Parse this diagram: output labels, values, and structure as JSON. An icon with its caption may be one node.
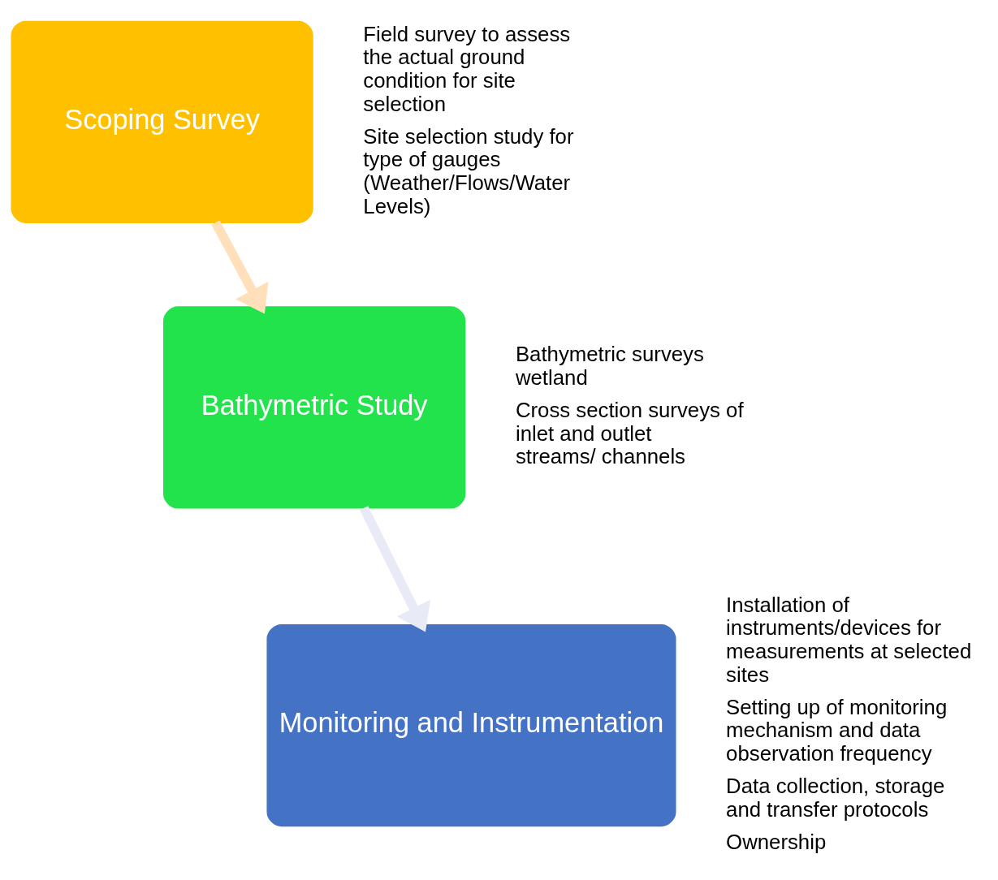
{
  "diagram": {
    "nodes": [
      {
        "text": [
          "Scoping Survey"
        ],
        "beside": [
          "Field survey to assess the actual ground condition for site selection",
          "Site selection study for type of gauges (Weather/Flows/Water Levels)"
        ]
      },
      {
        "text": [
          "Bathymetric Study"
        ],
        "beside": [
          "Bathymetric surveys wetland",
          "Cross section surveys of inlet and outlet streams/ channels"
        ]
      },
      {
        "text": [
          "Monitoring and Instrumentation"
        ],
        "beside": [
          "Installation of instruments/devices for measurements at selected sites",
          "Setting up of monitoring mechanism and data observation frequency",
          "Data collection, storage and transfer protocols",
          "Ownership"
        ]
      }
    ],
    "edges": [
      {
        "from": 0,
        "to": 1,
        "arrow": "to",
        "color": "#ffe0bb"
      },
      {
        "from": 1,
        "to": 2,
        "arrow": "to",
        "color": "#e8eaf5"
      }
    ]
  }
}
